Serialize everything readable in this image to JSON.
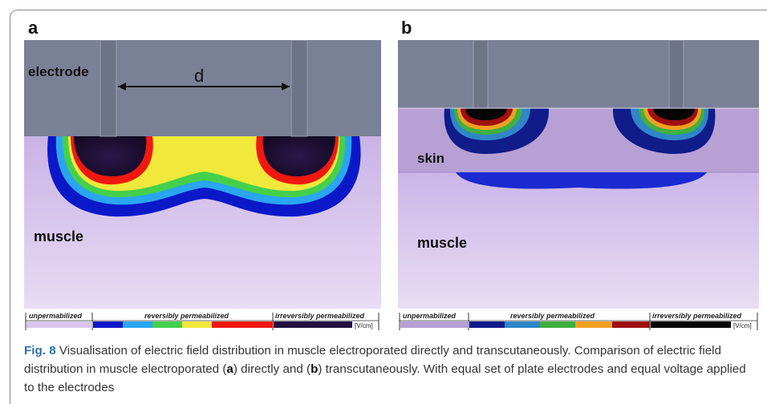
{
  "panels": [
    {
      "label": "a",
      "electrode_label": "electrode",
      "distance_label": "d",
      "tissue_labels": [
        "muscle"
      ],
      "legend": {
        "unpermeabilized": "unpermabilized",
        "reversibly": "reversibly permeabilized",
        "irreversibly": "irreversibly permeabilized",
        "unit": "[V/cm]"
      }
    },
    {
      "label": "b",
      "tissue_labels": [
        "skin",
        "muscle"
      ],
      "legend": {
        "unpermeabilized": "unpermabilized",
        "reversibly": "reversibly permeabilized",
        "irreversibly": "irreversibly permeabilized",
        "unit": "[V/cm]"
      }
    }
  ],
  "colors": {
    "electrode": "#7a8096",
    "muscle": "#d9c6ec",
    "skin": "#b7a0d4",
    "scale_a": [
      "#0a18c8",
      "#2aa6f0",
      "#44d04a",
      "#f0e83a",
      "#f01810",
      "#231142"
    ],
    "scale_b": [
      "#101c8a",
      "#2f86c8",
      "#3fb040",
      "#f0a020",
      "#a01010",
      "#050505"
    ]
  },
  "caption": {
    "fig_label": "Fig. 8",
    "title": "Visualisation of electric field distribution in muscle electroporated directly and transcutaneously.",
    "text_1": "Comparison of electric field distribution in muscle electroporated (",
    "a": "a",
    "text_2": ") directly and (",
    "b": "b",
    "text_3": ") transcutaneously. With equal set of plate electrodes and equal voltage applied to the electrodes"
  }
}
